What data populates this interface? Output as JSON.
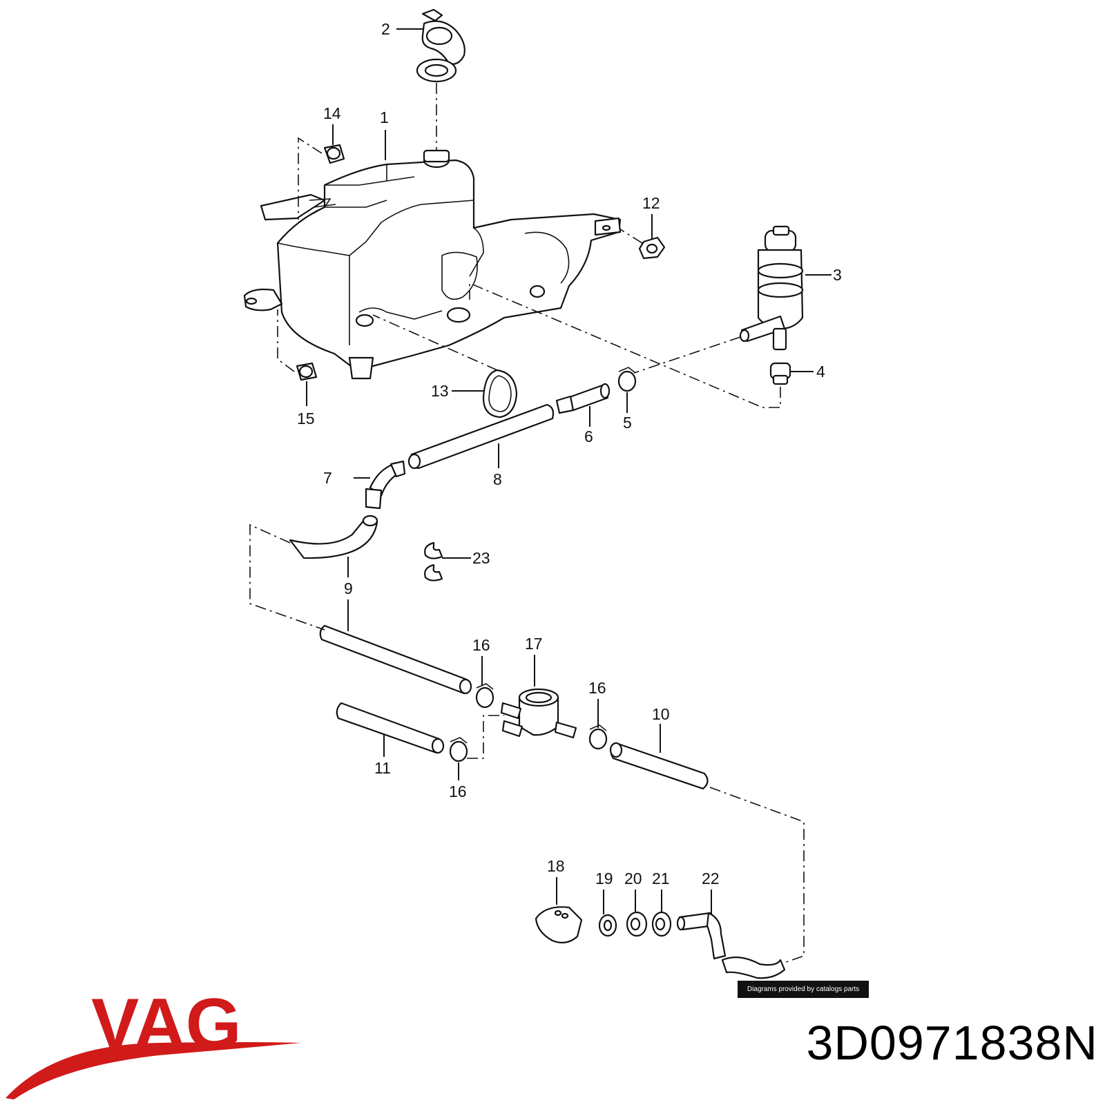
{
  "diagram": {
    "callouts": [
      {
        "id": "c1",
        "label": "1"
      },
      {
        "id": "c2",
        "label": "2"
      },
      {
        "id": "c3",
        "label": "3"
      },
      {
        "id": "c4",
        "label": "4"
      },
      {
        "id": "c5",
        "label": "5"
      },
      {
        "id": "c6",
        "label": "6"
      },
      {
        "id": "c7",
        "label": "7"
      },
      {
        "id": "c8",
        "label": "8"
      },
      {
        "id": "c9",
        "label": "9"
      },
      {
        "id": "c10",
        "label": "10"
      },
      {
        "id": "c11",
        "label": "11"
      },
      {
        "id": "c12",
        "label": "12"
      },
      {
        "id": "c13",
        "label": "13"
      },
      {
        "id": "c14",
        "label": "14"
      },
      {
        "id": "c15",
        "label": "15"
      },
      {
        "id": "c16a",
        "label": "16"
      },
      {
        "id": "c16b",
        "label": "16"
      },
      {
        "id": "c16c",
        "label": "16"
      },
      {
        "id": "c17",
        "label": "17"
      },
      {
        "id": "c18",
        "label": "18"
      },
      {
        "id": "c19",
        "label": "19"
      },
      {
        "id": "c20",
        "label": "20"
      },
      {
        "id": "c21",
        "label": "21"
      },
      {
        "id": "c22",
        "label": "22"
      },
      {
        "id": "c23",
        "label": "23"
      }
    ],
    "watermark": "Diagrams provided by catalogs parts"
  },
  "brand": {
    "name": "VAG",
    "color": "#d11a1a",
    "logo_icon": "vag-swoosh-logo-icon"
  },
  "part_number": "3D0971838N"
}
